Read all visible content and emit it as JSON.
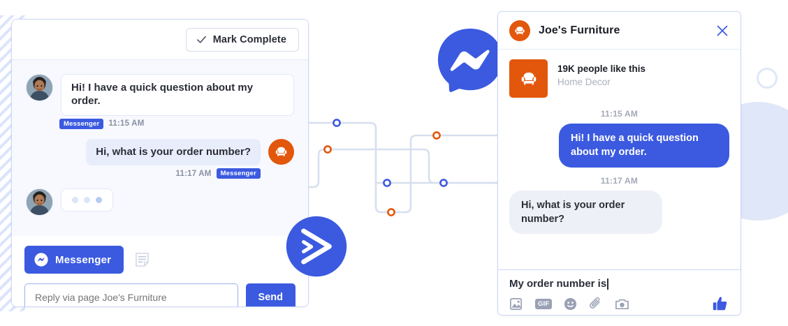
{
  "left_panel": {
    "mark_complete_label": "Mark Complete",
    "check_icon": "check-icon",
    "messages": [
      {
        "side": "incoming",
        "text": "Hi! I have a quick question about my order.",
        "channel": "Messenger",
        "time": "11:15 AM",
        "avatar": "customer-avatar"
      },
      {
        "side": "outgoing",
        "text": "Hi, what is your order number?",
        "channel": "Messenger",
        "time": "11:17 AM",
        "avatar": "brand-avatar"
      }
    ],
    "typing_indicator": "typing-dots",
    "channel_button": {
      "label": "Messenger",
      "icon": "messenger-icon"
    },
    "note_icon": "note-icon",
    "reply_placeholder": "Reply via page Joe's Furniture",
    "reply_value": "",
    "send_label": "Send"
  },
  "right_panel": {
    "title": "Joe's Furniture",
    "logo_icon": "armchair-icon",
    "close_icon": "close-icon",
    "page_card": {
      "likes": "19K people like this",
      "category": "Home Decor",
      "thumb_icon": "armchair-icon"
    },
    "messages": [
      {
        "timestamp": "11:15 AM",
        "side": "outgoing",
        "text": "Hi! I have a quick question about my order."
      },
      {
        "timestamp": "11:17 AM",
        "side": "incoming",
        "text": "Hi, what is your order number?"
      }
    ],
    "compose_value": "My order number is",
    "toolbar_icons": [
      "photo-icon",
      "gif-icon",
      "emoji-icon",
      "paperclip-icon",
      "camera-icon",
      "thumbs-up-icon"
    ],
    "gif_label": "GIF"
  },
  "decor": {
    "messenger_mark": "messenger-logo",
    "activecampaign_mark": "activecampaign-logo",
    "connector_nodes": [
      {
        "color": "#3b5ae0"
      },
      {
        "color": "#e2570c"
      },
      {
        "color": "#3b5ae0"
      },
      {
        "color": "#e2570c"
      },
      {
        "color": "#e2570c"
      },
      {
        "color": "#3b5ae0"
      }
    ]
  },
  "colors": {
    "brand_blue": "#3b5ae0",
    "brand_orange": "#e2570c",
    "bubble_in": "#eef0f7",
    "panel_border": "#ccd7f5",
    "thread_bg": "#f7f9fe"
  }
}
